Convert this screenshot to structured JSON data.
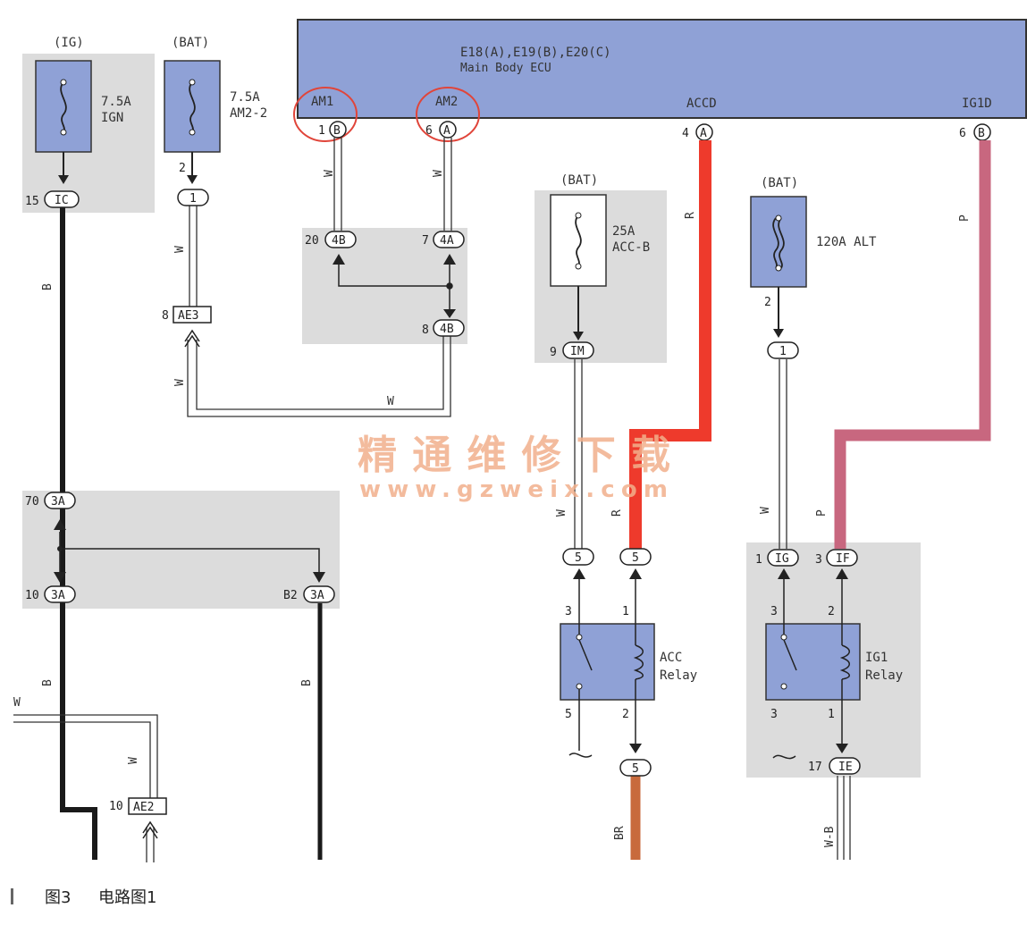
{
  "ecu": {
    "title_line1": "E18(A),E19(B),E20(C)",
    "title_line2": "Main Body ECU",
    "pins": {
      "am1": {
        "label": "AM1",
        "num": "1",
        "conn": "B"
      },
      "am2": {
        "label": "AM2",
        "num": "6",
        "conn": "A"
      },
      "accd": {
        "label": "ACCD",
        "num": "4",
        "conn": "A"
      },
      "ig1d": {
        "label": "IG1D",
        "num": "6",
        "conn": "B"
      }
    }
  },
  "fuses": {
    "ign": {
      "source": "(IG)",
      "rating": "7.5A",
      "name": "IGN"
    },
    "am2_2": {
      "source": "(BAT)",
      "rating": "7.5A",
      "name": "AM2-2",
      "pin": "2"
    },
    "acc_b": {
      "source": "(BAT)",
      "rating": "25A",
      "name": "ACC-B"
    },
    "alt": {
      "source": "(BAT)",
      "rating": "120A ALT",
      "pin": "2"
    }
  },
  "connectors": {
    "ic": {
      "num": "15",
      "id": "IC"
    },
    "c1a": {
      "id": "1"
    },
    "ae3": {
      "num": "8",
      "id": "AE3"
    },
    "b4_20": {
      "num": "20",
      "id": "4B"
    },
    "a4_7": {
      "num": "7",
      "id": "4A"
    },
    "b4_8": {
      "num": "8",
      "id": "4B"
    },
    "im": {
      "num": "9",
      "id": "IM"
    },
    "c1b": {
      "id": "1"
    },
    "a3_70": {
      "num": "70",
      "id": "3A"
    },
    "a3_10": {
      "num": "10",
      "id": "3A"
    },
    "a3_b2": {
      "num": "B2",
      "id": "3A"
    },
    "c5a": {
      "id": "5"
    },
    "c5b": {
      "id": "5"
    },
    "c5c": {
      "id": "5"
    },
    "ig": {
      "num": "1",
      "id": "IG"
    },
    "if": {
      "num": "3",
      "id": "IF"
    },
    "ie": {
      "num": "17",
      "id": "IE"
    },
    "ae2": {
      "num": "10",
      "id": "AE2"
    }
  },
  "wire_colors": {
    "b": "B",
    "w": "W",
    "r": "R",
    "p": "P",
    "br": "BR",
    "wb": "W-B"
  },
  "relays": {
    "acc": {
      "line1": "ACC",
      "line2": "Relay",
      "pin_tl": "3",
      "pin_tr": "1",
      "pin_bl": "5",
      "pin_br": "2"
    },
    "ig1": {
      "line1": "IG1",
      "line2": "Relay",
      "pin_tl": "3",
      "pin_tr": "2",
      "pin_bl": "3",
      "pin_br": "1"
    }
  },
  "watermark": {
    "cn": "精通维修下载",
    "url": "www.gzweix.com"
  },
  "caption": {
    "fig": "图3",
    "title": "电路图1"
  },
  "colors": {
    "ecu_fill": "#8fa1d6",
    "fuse_fill": "#8fa1d6",
    "shade": "#d9d9d9",
    "wire_r": "#ee3a2c",
    "wire_p": "#c8677f",
    "wire_br": "#c86a3c",
    "highlight": "#e0453a"
  }
}
